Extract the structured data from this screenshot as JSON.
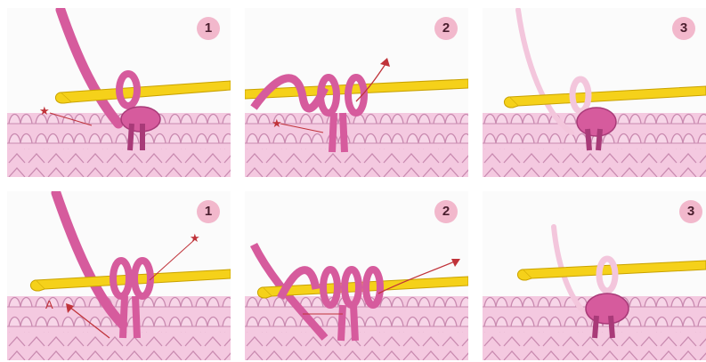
{
  "rows": [
    {
      "panels": [
        {
          "step": "1",
          "annotation": "★"
        },
        {
          "step": "2",
          "annotation": "★"
        },
        {
          "step": "3",
          "annotation": ""
        }
      ]
    },
    {
      "panels": [
        {
          "step": "1",
          "annotation": "★",
          "pointer_label": "A"
        },
        {
          "step": "2",
          "annotation": ""
        },
        {
          "step": "3",
          "annotation": ""
        }
      ]
    }
  ],
  "colors": {
    "hook": "#f5d11a",
    "hook_edge": "#c9a200",
    "yarn": "#d65b9d",
    "yarn_light": "#f3c6dc",
    "fabric": "#f4c9e0",
    "fabric_edge": "#c98ab0",
    "arrow": "#c0333a"
  }
}
